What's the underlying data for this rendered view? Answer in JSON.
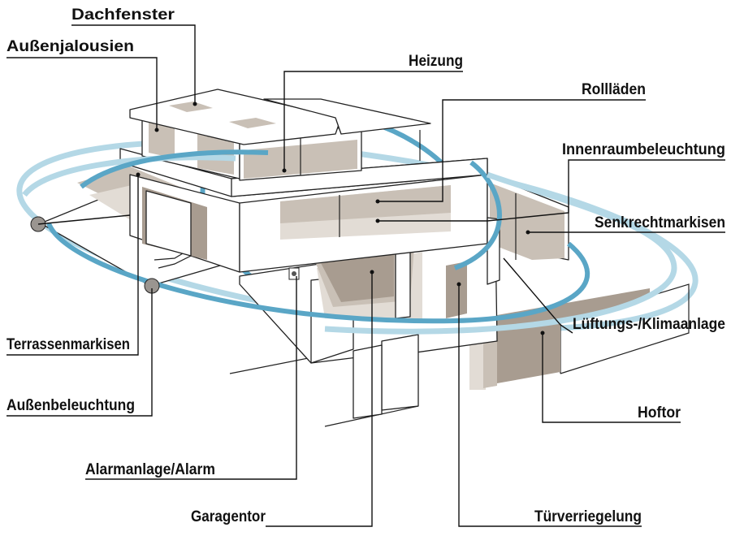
{
  "labels": {
    "dachfenster": "Dachfenster",
    "aussenjalousien": "Außenjalousien",
    "heizung": "Heizung",
    "rolllaeden": "Rollläden",
    "innenraumbeleuchtung": "Innenraumbeleuchtung",
    "senkrechtmarkisen": "Senkrechtmarkisen",
    "lueftung": "Lüftungs-/Klimaanlage",
    "hoftor": "Hoftor",
    "terrassenmarkisen": "Terrassenmarkisen",
    "aussenbeleuchtung": "Außenbeleuchtung",
    "alarmanlage": "Alarmanlage/Alarm",
    "garagentor": "Garagentor",
    "tuerverriegelung": "Türverriegelung"
  },
  "colors": {
    "ring_dark": "#5aa6c6",
    "ring_light": "#b4d8e6",
    "shade": "#a89c90"
  }
}
